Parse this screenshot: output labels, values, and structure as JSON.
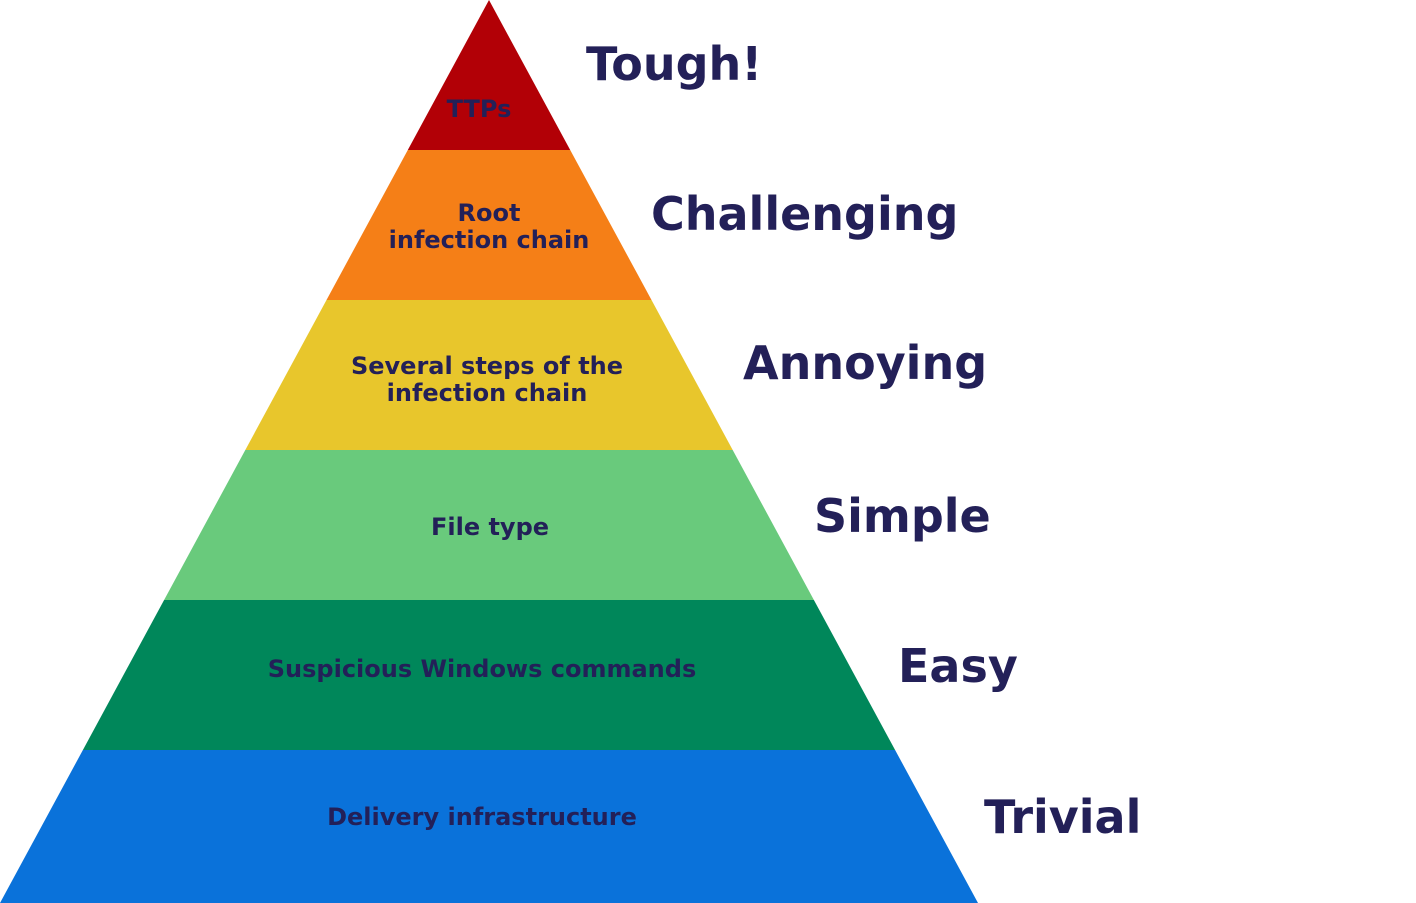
{
  "text_color": "#232058",
  "levels": [
    {
      "lines": [
        "TTPs"
      ],
      "difficulty": "Tough!",
      "color": "#b20006"
    },
    {
      "lines": [
        "Root",
        "infection chain"
      ],
      "difficulty": "Challenging",
      "color": "#f57f17"
    },
    {
      "lines": [
        "Several steps of the",
        "infection chain"
      ],
      "difficulty": "Annoying",
      "color": "#e8c62c"
    },
    {
      "lines": [
        "File type"
      ],
      "difficulty": "Simple",
      "color": "#69ca7c"
    },
    {
      "lines": [
        "Suspicious Windows commands"
      ],
      "difficulty": "Easy",
      "color": "#00875a"
    },
    {
      "lines": [
        "Delivery infrastructure"
      ],
      "difficulty": "Trivial",
      "color": "#0a72da"
    }
  ]
}
